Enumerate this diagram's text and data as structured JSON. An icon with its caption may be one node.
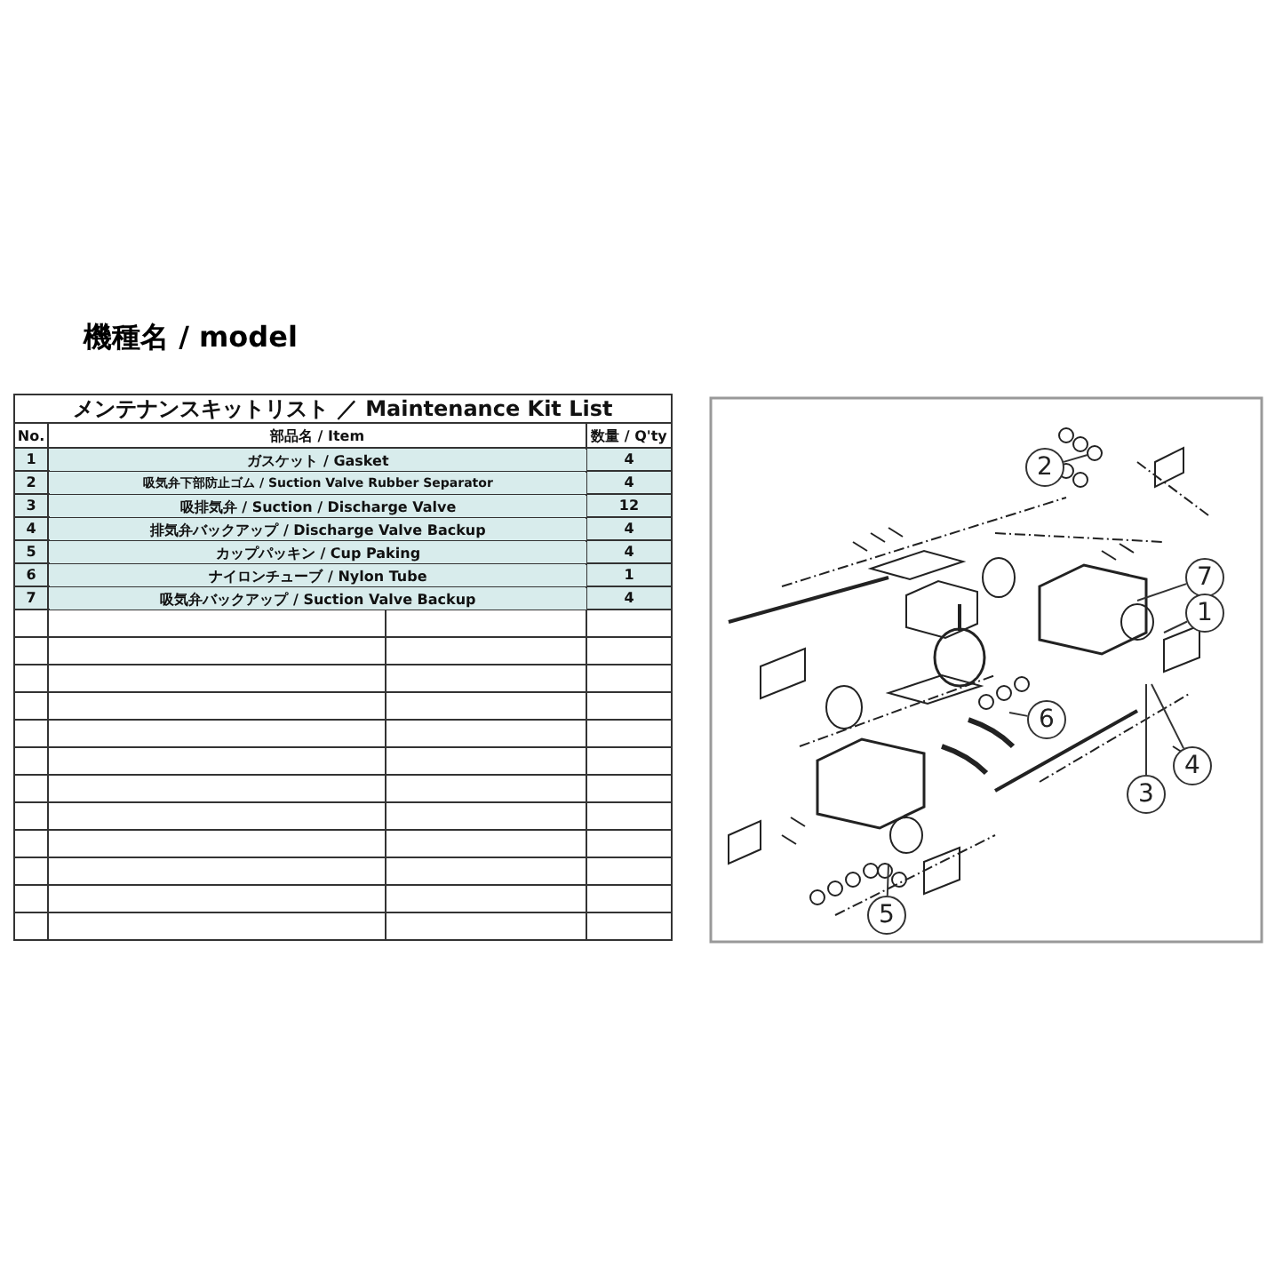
{
  "diagram": {
    "title": "機種名 / model",
    "nodes": [
      {
        "text": [
          "2"
        ]
      },
      {
        "text": [
          "7"
        ]
      },
      {
        "text": [
          "1"
        ]
      },
      {
        "text": [
          "6"
        ]
      },
      {
        "text": [
          "3"
        ]
      },
      {
        "text": [
          "4"
        ]
      },
      {
        "text": [
          "5"
        ]
      }
    ],
    "edges": [
      {
        "from": 0,
        "to": null,
        "arrow": "none"
      },
      {
        "from": 1,
        "to": null,
        "arrow": "none"
      },
      {
        "from": 2,
        "to": null,
        "arrow": "none"
      },
      {
        "from": 3,
        "to": null,
        "arrow": "none"
      },
      {
        "from": 4,
        "to": null,
        "arrow": "none"
      },
      {
        "from": 5,
        "to": null,
        "arrow": "none"
      },
      {
        "from": 6,
        "to": null,
        "arrow": "none"
      }
    ],
    "labels": [
      "メンテナンスキットリスト ／ Maintenance Kit List",
      "No.",
      "部品名 / Item",
      "数量 / Q'ty",
      "1",
      "ガスケット / Gasket",
      "4",
      "2",
      "吸気弁下部防止ゴム / Suction Valve Rubber Separator",
      "4",
      "3",
      "吸排気弁 / Suction / Discharge Valve",
      "12",
      "4",
      "排気弁バックアップ / Discharge Valve Backup",
      "4",
      "5",
      "カップパッキン / Cup Paking",
      "4",
      "6",
      "ナイロンチューブ / Nylon Tube",
      "1",
      "7",
      "吸気弁バックアップ / Suction Valve Backup",
      "4"
    ]
  }
}
